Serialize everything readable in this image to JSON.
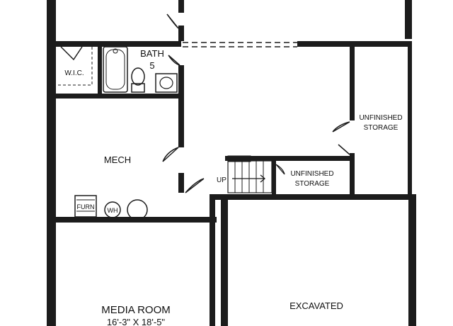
{
  "floorplan": {
    "rooms": {
      "bath": {
        "name": "BATH",
        "number": "5"
      },
      "wic": {
        "name": "W.I.C."
      },
      "mech": {
        "name": "MECH"
      },
      "storage_right": {
        "line1": "UNFINISHED",
        "line2": "STORAGE"
      },
      "storage_stair": {
        "line1": "UNFINISHED",
        "line2": "STORAGE"
      },
      "media": {
        "name": "MEDIA ROOM",
        "dimensions": "16'-3\" X 18'-5\""
      },
      "excavated": {
        "name": "EXCAVATED"
      }
    },
    "fixtures": {
      "furnace": "FURN",
      "water_heater": "WH",
      "stair_direction": "UP"
    },
    "colors": {
      "wall": "#1c1c1c",
      "background": "#ffffff"
    }
  }
}
